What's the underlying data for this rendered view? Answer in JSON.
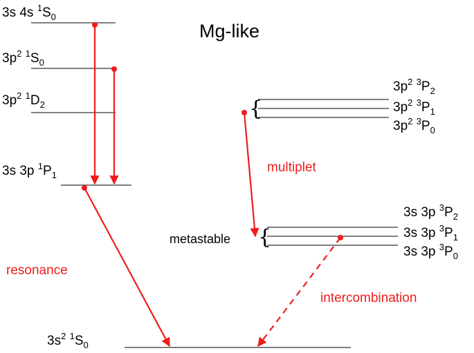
{
  "title": "Mg-like",
  "colors": {
    "arrow": "#ee1c1c",
    "line": "#000000",
    "text": "#000000"
  },
  "levels": {
    "s4s": {
      "main": "3s 4s ",
      "sup": "1",
      "term": "S",
      "sub": "0"
    },
    "p2S0": {
      "main": "3p",
      "pow": "2",
      "gap": " ",
      "sup": "1",
      "term": "S",
      "sub": "0"
    },
    "p2D2": {
      "main": "3p",
      "pow": "2",
      "gap": " ",
      "sup": "1",
      "term": "D",
      "sub": "2"
    },
    "s3p1P1": {
      "main": "3s 3p ",
      "sup": "1",
      "term": "P",
      "sub": "1"
    },
    "p2P2": {
      "main": "3p",
      "pow": "2",
      "gap": " ",
      "sup": "3",
      "term": "P",
      "sub": "2"
    },
    "p2P1": {
      "main": "3p",
      "pow": "2",
      "gap": " ",
      "sup": "3",
      "term": "P",
      "sub": "1"
    },
    "p2P0": {
      "main": "3p",
      "pow": "2",
      "gap": " ",
      "sup": "3",
      "term": "P",
      "sub": "0"
    },
    "s3pP2": {
      "main": "3s 3p ",
      "sup": "3",
      "term": "P",
      "sub": "2"
    },
    "s3pP1": {
      "main": "3s 3p ",
      "sup": "3",
      "term": "P",
      "sub": "1"
    },
    "s3pP0": {
      "main": "3s 3p ",
      "sup": "3",
      "term": "P",
      "sub": "0"
    },
    "ground": {
      "main": "3s",
      "pow": "2",
      "gap": " ",
      "sup": "1",
      "term": "S",
      "sub": "0"
    }
  },
  "labels": {
    "metastable": "metastable",
    "brace": "{"
  },
  "transitions": {
    "resonance": "resonance",
    "multiplet": "multiplet",
    "intercombination": "intercombination"
  }
}
